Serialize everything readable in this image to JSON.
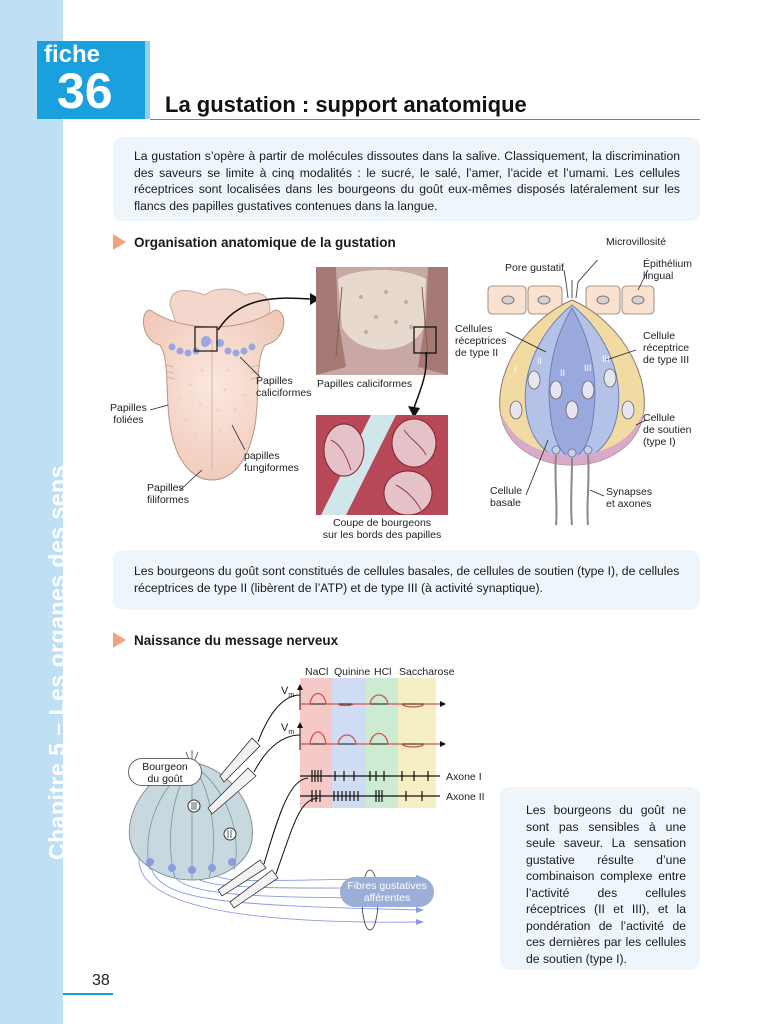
{
  "sidebar": {
    "chapter": "Chapitre 5 – Les organes des sens"
  },
  "header": {
    "fiche_label": "fiche",
    "fiche_number": "36",
    "title": "La gustation : support anatomique"
  },
  "intro": {
    "text": "La gustation s’opère à partir de molécules dissoutes dans la salive. Classiquement, la discrimination des saveurs se limite à cinq modalités : le sucré, le salé, l’amer, l’acide et l’umami. Les cellules réceptrices sont localisées dans les bourgeons du goût eux-mêmes disposés latéralement sur les flancs des papilles gustatives contenues dans la langue."
  },
  "section1": {
    "title": "Organisation anatomique de la gustation",
    "tongue_labels": {
      "caliciformes": "Papilles\ncaliciformes",
      "foliees": "Papilles\nfoliées",
      "fungiformes": "papilles\nfungiformes",
      "filiformes": "Papilles\nfiliformes"
    },
    "micro_labels": {
      "top": "Papilles caliciformes",
      "bottom": "Coupe de bourgeons\nsur les bords des papilles"
    },
    "bud_labels": {
      "microvillosite": "Microvillosité",
      "pore": "Pore gustatif",
      "epithelium": "Épithélium\nlingual",
      "type2": "Cellules\nréceptrices\nde type II",
      "type3": "Cellule\nréceptrice\nde type III",
      "soutien": "Cellule\nde soutien\n(type I)",
      "basale": "Cellule\nbasale",
      "synapses": "Synapses\net axones",
      "roman_1": "I",
      "roman_2": "II",
      "roman_3": "III"
    }
  },
  "summary": {
    "text": "Les bourgeons du goût sont constitués de cellules basales, de cellules de soutien (type I), de cellules réceptrices de type II (libèrent de l’ATP) et de type III (à activité synaptique)."
  },
  "section2": {
    "title": "Naissance du message nerveux",
    "stimuli": [
      "NaCl",
      "Quinine",
      "HCl",
      "Saccharose"
    ],
    "stimulus_colors": [
      "#f6c9c9",
      "#cfdcf3",
      "#cdebd3",
      "#f7efc4"
    ],
    "vm_label": "V",
    "vm_sub": "m",
    "axons": [
      "Axone I",
      "Axone II"
    ],
    "bourgeon": "Bourgeon\ndu goût",
    "fibres": "Fibres gustatives\nafférentes"
  },
  "side_note": {
    "text": "Les bourgeons du goût ne sont pas sensibles à une seule saveur. La sensation gustative résulte d’une combinaison complexe entre l’activité des cellules réceptrices (II et III), et la pondération de l’activité de ces dernières par les cellules de soutien (type I)."
  },
  "footer": {
    "page": "38"
  },
  "colors": {
    "accent": "#1aa0dd",
    "sidebar": "#bfe0f4",
    "box": "#eef5fb",
    "arrow": "#f3a27c"
  }
}
